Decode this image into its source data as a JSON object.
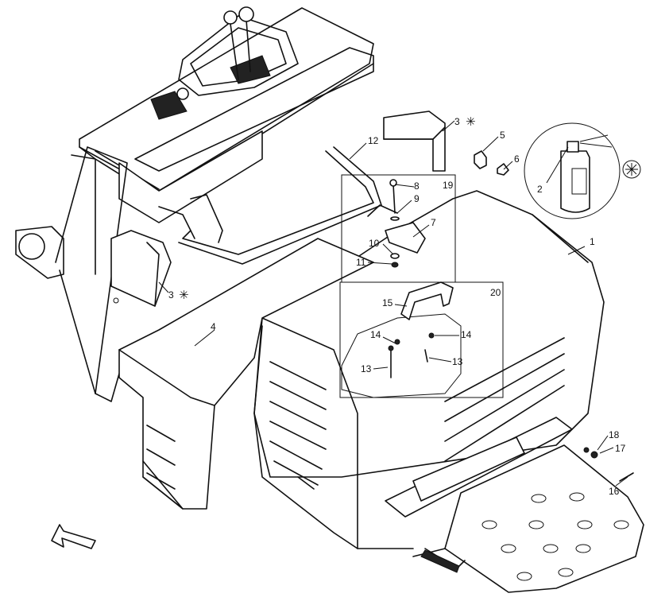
{
  "callouts": [
    "1",
    "2",
    "3",
    "3",
    "4",
    "5",
    "6",
    "7",
    "8",
    "9",
    "10",
    "11",
    "12",
    "13",
    "13",
    "14",
    "14",
    "15",
    "16",
    "17",
    "18",
    "19",
    "20"
  ],
  "star_symbol": "✳",
  "icons": [
    "arrow-icon",
    "spray-can-icon",
    "star-icon"
  ]
}
